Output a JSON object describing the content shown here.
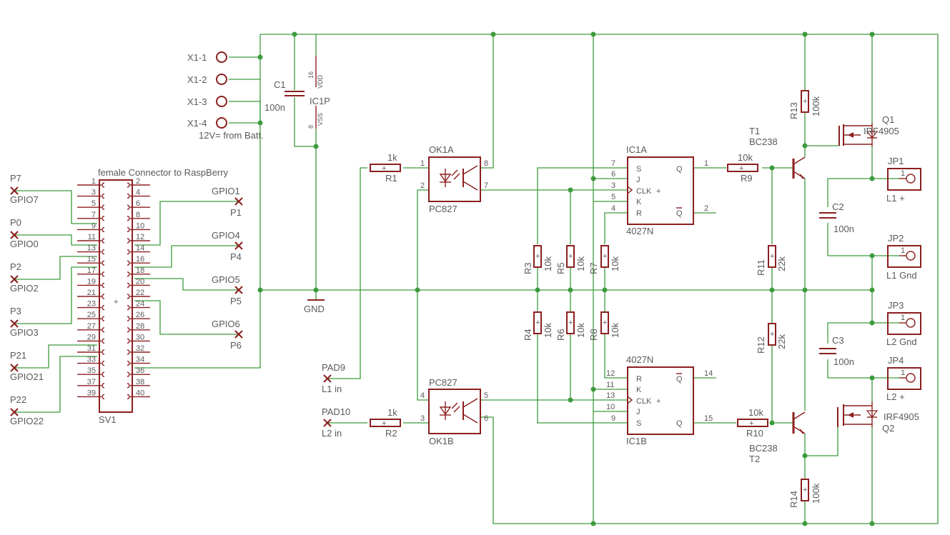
{
  "colors": {
    "wire": "#3d9b3d",
    "part": "#8b1f1f",
    "label": "#5a5a5a",
    "background": "#ffffff"
  },
  "connector_x1": {
    "pins": [
      "X1-1",
      "X1-2",
      "X1-3",
      "X1-4"
    ],
    "note": "12V= from Batt."
  },
  "capacitor_c1": {
    "name": "C1",
    "value": "100n"
  },
  "ic1p": {
    "name": "IC1P",
    "pin_vdd": "16",
    "pin_vss": "8",
    "vdd": "VDD",
    "vss": "VSS"
  },
  "gnd_label": "GND",
  "sv1": {
    "title": "female Connector to RaspBerry",
    "name": "SV1",
    "odd_pins": [
      "1",
      "3",
      "5",
      "7",
      "9",
      "11",
      "13",
      "15",
      "17",
      "19",
      "21",
      "23",
      "25",
      "27",
      "29",
      "31",
      "33",
      "35",
      "37",
      "39"
    ],
    "even_pins": [
      "2",
      "4",
      "6",
      "8",
      "10",
      "12",
      "14",
      "16",
      "18",
      "20",
      "22",
      "24",
      "26",
      "28",
      "30",
      "32",
      "34",
      "36",
      "38",
      "40"
    ]
  },
  "left_pads": [
    {
      "pad": "P7",
      "gpio": "GPIO7"
    },
    {
      "pad": "P0",
      "gpio": "GPIO0"
    },
    {
      "pad": "P2",
      "gpio": "GPIO2"
    },
    {
      "pad": "P3",
      "gpio": "GPIO3"
    },
    {
      "pad": "P21",
      "gpio": "GPIO21"
    },
    {
      "pad": "P22",
      "gpio": "GPIO22"
    }
  ],
  "right_pads": [
    {
      "gpio": "GPIO1",
      "pad": "P1"
    },
    {
      "gpio": "GPIO4",
      "pad": "P4"
    },
    {
      "gpio": "GPIO5",
      "pad": "P5"
    },
    {
      "gpio": "GPIO6",
      "pad": "P6"
    }
  ],
  "inputs": [
    {
      "pad": "PAD9",
      "label": "L1 in"
    },
    {
      "pad": "PAD10",
      "label": "L2 in"
    }
  ],
  "r1": {
    "name": "R1",
    "value": "1k"
  },
  "r2": {
    "name": "R2",
    "value": "1k"
  },
  "ok1a": {
    "name": "OK1A",
    "part": "PC827",
    "pins": [
      "1",
      "2",
      "8",
      "7"
    ]
  },
  "ok1b": {
    "name": "OK1B",
    "part": "PC827",
    "pins": [
      "4",
      "3",
      "5",
      "6"
    ]
  },
  "mid_resistors": [
    {
      "name": "R3",
      "value": "10k"
    },
    {
      "name": "R5",
      "value": "10k"
    },
    {
      "name": "R7",
      "value": "10k"
    },
    {
      "name": "R4",
      "value": "10k"
    },
    {
      "name": "R6",
      "value": "10k"
    },
    {
      "name": "R8",
      "value": "10k"
    }
  ],
  "ic1a": {
    "name": "IC1A",
    "part": "4027N",
    "pins": [
      "7",
      "6",
      "3",
      "5",
      "4",
      "1",
      "2"
    ],
    "labels": [
      "S",
      "J",
      "CLK",
      "K",
      "R",
      "Q",
      "Q"
    ]
  },
  "ic1b": {
    "name": "IC1B",
    "part": "4027N",
    "pins": [
      "12",
      "11",
      "13",
      "10",
      "9",
      "14",
      "15"
    ],
    "labels": [
      "R",
      "K",
      "CLK",
      "J",
      "S",
      "Q",
      "Q"
    ]
  },
  "r9": {
    "name": "R9",
    "value": "10k"
  },
  "r10": {
    "name": "R10",
    "value": "10k"
  },
  "r11": {
    "name": "R11",
    "value": "22k"
  },
  "r12": {
    "name": "R12",
    "value": "22k"
  },
  "r13": {
    "name": "R13",
    "value": "100k"
  },
  "r14": {
    "name": "R14",
    "value": "100k"
  },
  "t1": {
    "name": "T1",
    "part": "BC238"
  },
  "t2": {
    "name": "T2",
    "part": "BC238"
  },
  "q1": {
    "name": "Q1",
    "part": "IRF4905"
  },
  "q2": {
    "name": "Q2",
    "part": "IRF4905"
  },
  "c2": {
    "name": "C2",
    "value": "100n"
  },
  "c3": {
    "name": "C3",
    "value": "100n"
  },
  "jumpers": [
    {
      "name": "JP1",
      "pin": "1",
      "label": "L1 +"
    },
    {
      "name": "JP2",
      "pin": "1",
      "label": "L1 Gnd"
    },
    {
      "name": "JP3",
      "pin": "1",
      "label": "L2 Gnd"
    },
    {
      "name": "JP4",
      "pin": "1",
      "label": "L2 +"
    }
  ]
}
